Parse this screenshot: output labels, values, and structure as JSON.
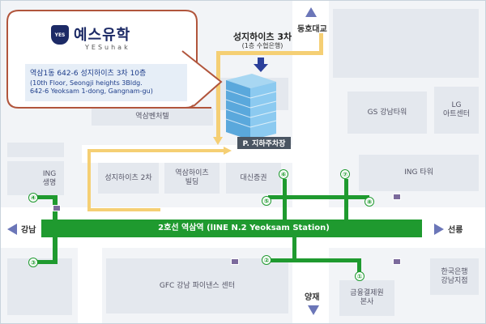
{
  "callout": {
    "logo_korean": "예스유학",
    "logo_english": "YESuhak",
    "emblem_text": "YES",
    "address_korean": "역삼1동 642-6 성지하이츠 3차 10층",
    "address_english": "(10th Floor, Seongji heights 3Bldg.\n642-6 Yeoksam 1-dong, Gangnam-gu)"
  },
  "target": {
    "name": "성지하이츠 3차",
    "sub": "(1층 수협은행)",
    "parking": "P. 지하주차장"
  },
  "directions": {
    "north": "동호대교",
    "south": "양재",
    "west": "강남",
    "east": "선릉"
  },
  "station_label": "2호선 역삼역 (lINE N.2 Yeoksam Station)",
  "buildings": {
    "yeoksam_venture": "역삼벤처텔",
    "seongji_2": "성지하이츠 2차",
    "yeoksam_heights": "역삼하이츠\n빌딩",
    "daeshin": "대신증권",
    "gs_tower": "GS 강남타워",
    "lg_art": "LG\n아트센터",
    "ing_tower": "ING 타워",
    "ing_life": "ING\n생명",
    "gfc": "GFC 강남 파이낸스 센터",
    "kftc": "금융결제원\n본사",
    "bok": "한국은행\n강남지점"
  },
  "exits": [
    "①",
    "②",
    "③",
    "④",
    "⑤",
    "⑥",
    "⑦",
    "⑧"
  ],
  "colors": {
    "line2": "#1f9a2f",
    "route": "#f5cf74",
    "callout_border": "#b1553c",
    "target_arrow": "#2b3f9a",
    "parking_bg": "#4a5562"
  }
}
